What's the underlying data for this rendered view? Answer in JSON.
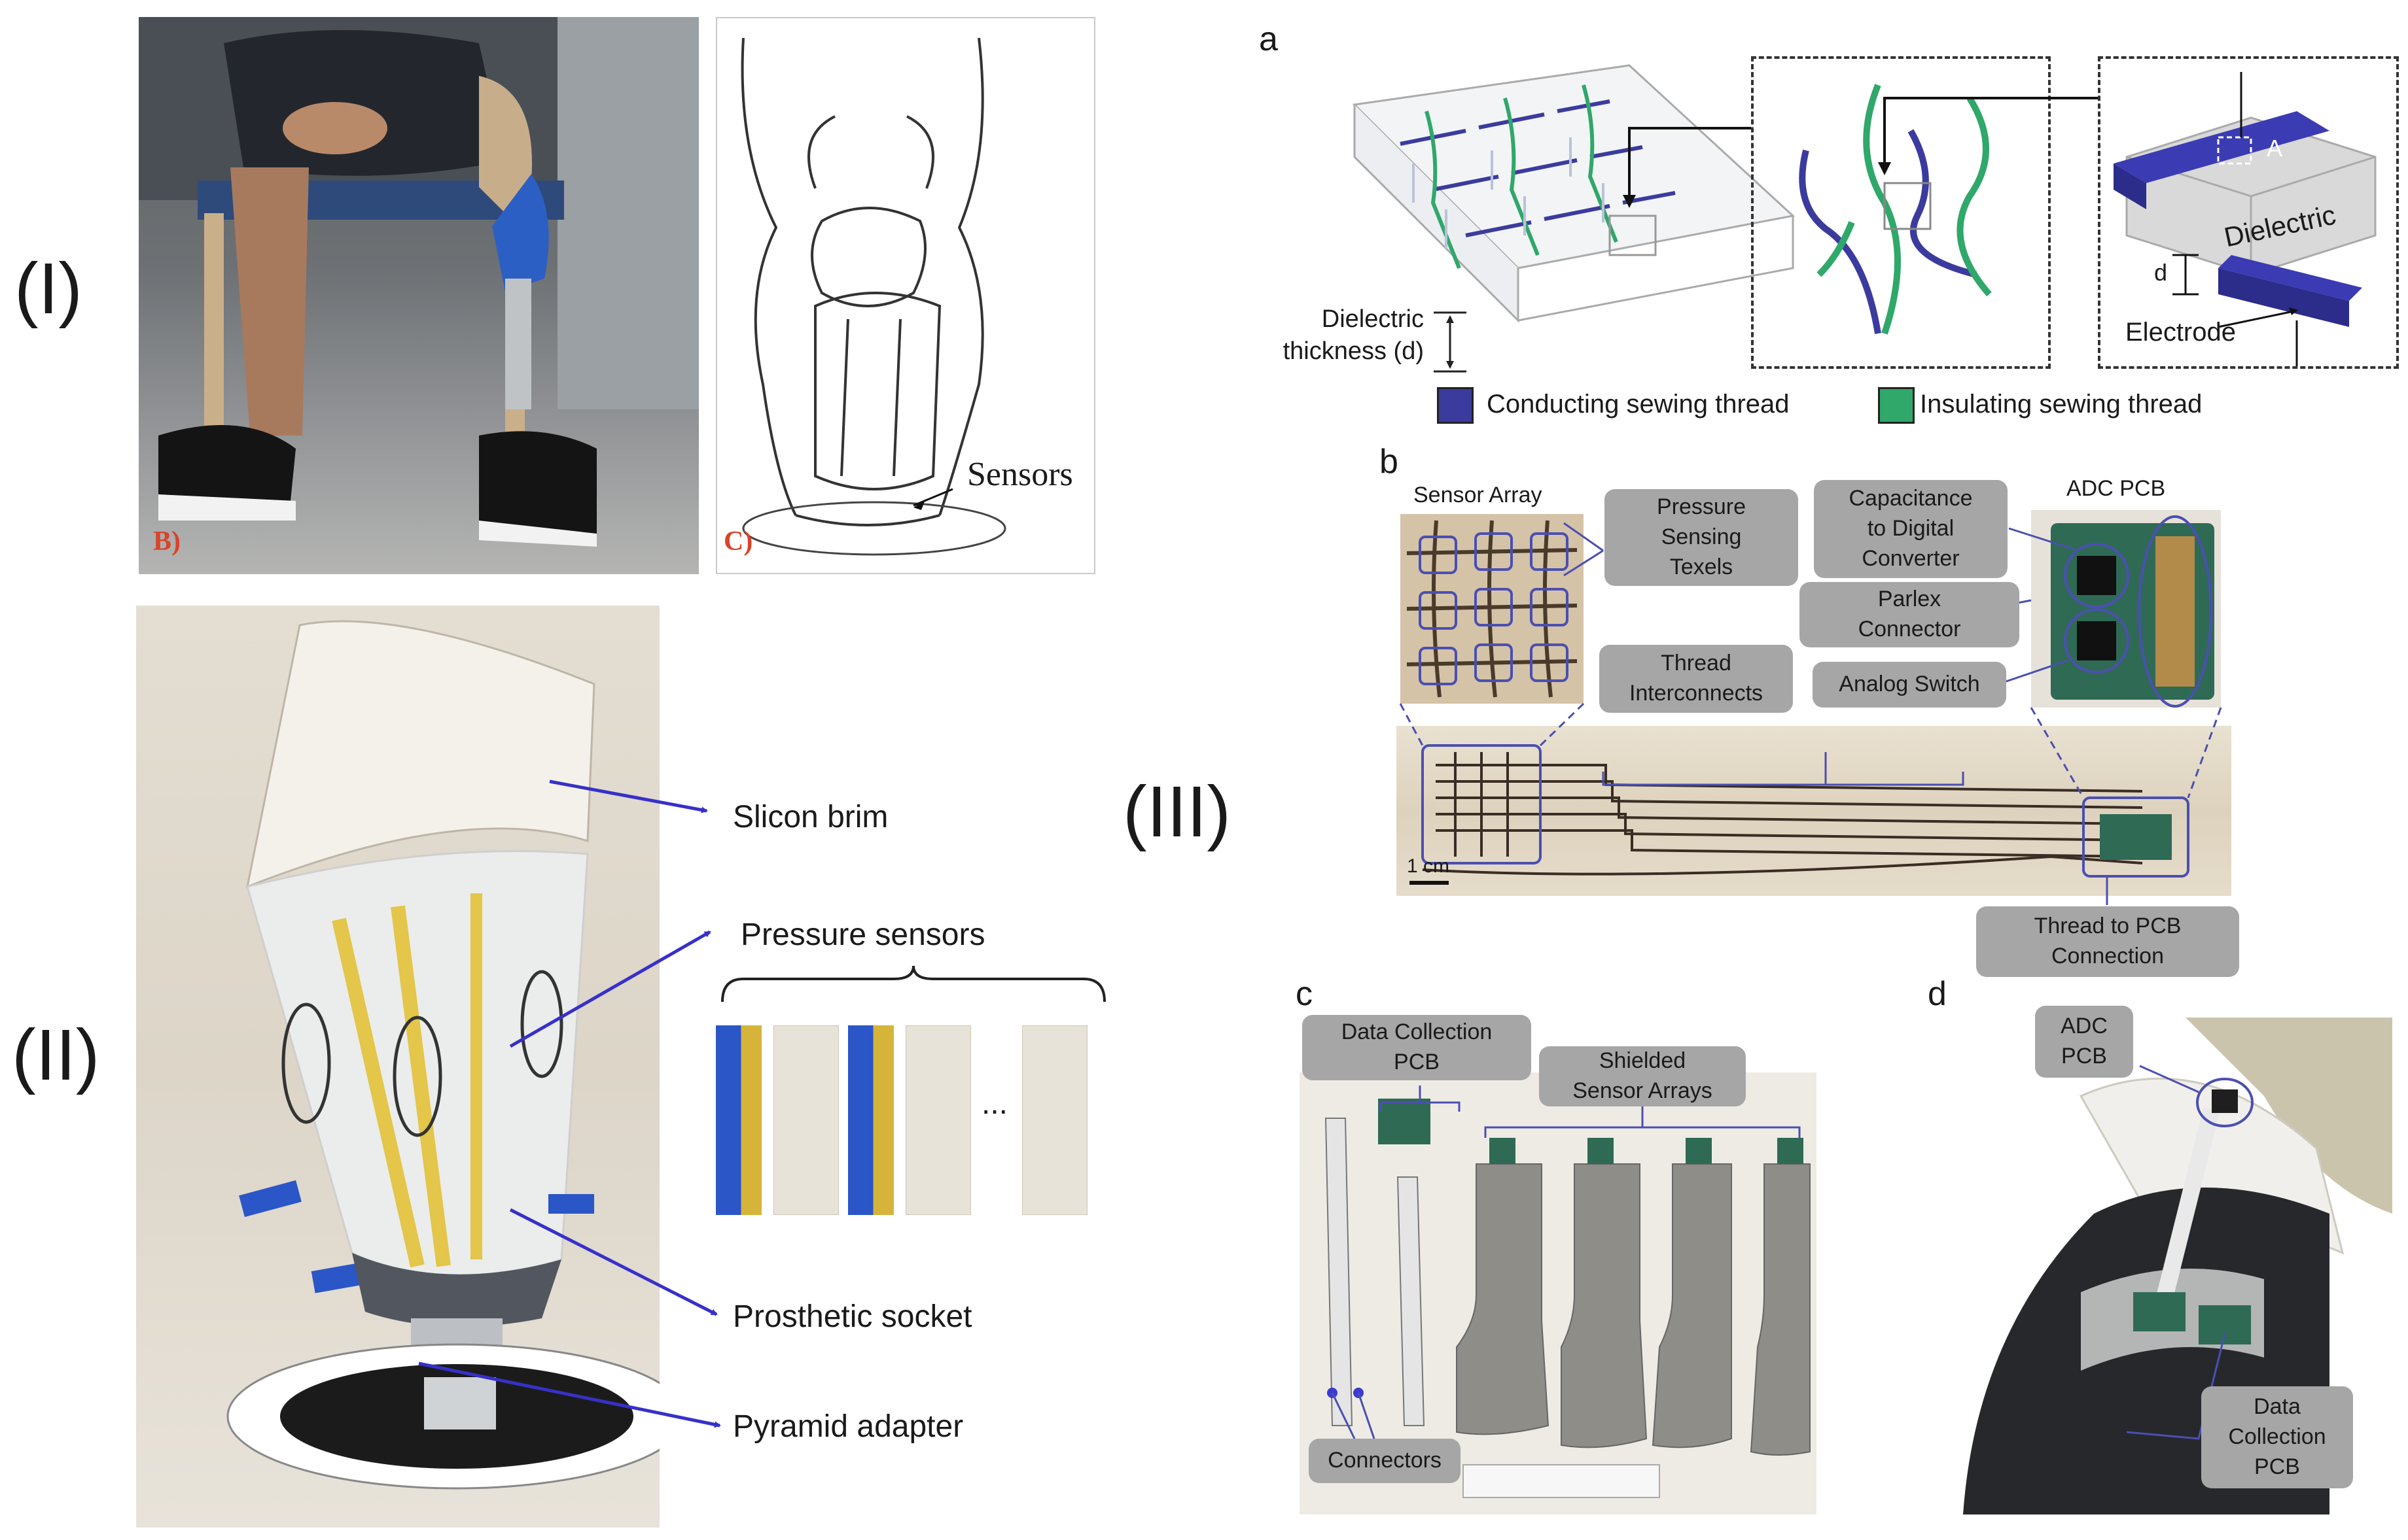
{
  "panels": {
    "I": {
      "label": "(I)",
      "photo_b_label": "B)",
      "sketch_c_label": "C)",
      "sensors_label": "Sensors"
    },
    "II": {
      "label": "(II)",
      "callouts": [
        "Slicon brim",
        "Pressure sensors",
        "Prosthetic socket",
        "Pyramid adapter"
      ],
      "ellipsis": "..."
    },
    "III": {
      "label": "(III)",
      "a": {
        "letter": "a",
        "dielectric_thickness": [
          "Dielectric",
          "thickness (d)"
        ],
        "inset_area_label": "A",
        "dielectric_label": "Dielectric",
        "d_label": "d",
        "electrode_label": "Electrode",
        "legend": [
          {
            "label": "Conducting sewing thread",
            "color": "#3b3b9e"
          },
          {
            "label": "Insulating sewing thread",
            "color": "#2fa86a"
          }
        ]
      },
      "b": {
        "letter": "b",
        "sensor_array_label": "Sensor Array",
        "adc_pcb_label": "ADC  PCB",
        "scale_label": "1 cm",
        "boxes": {
          "pressure_texels": [
            "Pressure",
            "Sensing",
            "Texels"
          ],
          "cdc": [
            "Capacitance",
            "to Digital",
            "Converter"
          ],
          "parlex": [
            "Parlex",
            "Connector"
          ],
          "thread_interconnects": [
            "Thread",
            "Interconnects"
          ],
          "analog_switch": [
            "Analog  Switch"
          ],
          "thread_to_pcb": [
            "Thread to PCB",
            "Connection"
          ]
        }
      },
      "c": {
        "letter": "c",
        "data_collection_pcb": [
          "Data Collection",
          "PCB"
        ],
        "shielded_arrays": [
          "Shielded",
          "Sensor Arrays"
        ],
        "connectors": [
          "Connectors"
        ]
      },
      "d": {
        "letter": "d",
        "adc_pcb": [
          "ADC",
          "PCB"
        ],
        "data_collection_pcb": [
          "Data",
          "Collection",
          "PCB"
        ]
      }
    }
  },
  "colors": {
    "annotation_purple": "#4b4fb0",
    "arrow_blue": "#3730c9",
    "callout_gray": "#a6a6a6",
    "red_label": "#d9432b"
  }
}
